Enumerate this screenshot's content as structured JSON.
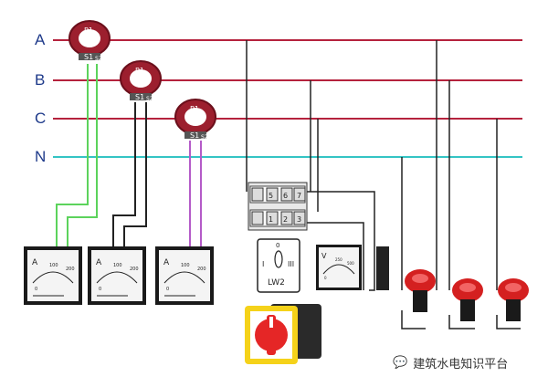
{
  "bus": {
    "labels": [
      "A",
      "B",
      "C",
      "N"
    ],
    "colors": {
      "phase": "#b5223d",
      "neutral": "#34c4c4"
    }
  },
  "ct": {
    "primary_label": "P1",
    "secondary_label": "S1",
    "secondary_sub": "S2"
  },
  "ammeter_scale": {
    "letter": "A",
    "ticks": [
      "0",
      "100",
      "200"
    ]
  },
  "voltmeter_scale": {
    "letter": "V",
    "ticks": [
      "0",
      "250",
      "500"
    ]
  },
  "switch": {
    "terminals_top": [
      "5",
      "6",
      "7"
    ],
    "terminals_bottom": [
      "1",
      "2",
      "3"
    ],
    "dial_positions": [
      "I",
      "0",
      "III"
    ],
    "model": "LW2"
  },
  "watermark": {
    "text": "建筑水电知识平台"
  },
  "colors": {
    "lead_green": "#5cd35c",
    "lead_black": "#222222",
    "lead_purple": "#b45bc8",
    "lamp_red": "#d42020",
    "knob_red": "#e52626",
    "knob_yellow": "#f5d21a"
  }
}
